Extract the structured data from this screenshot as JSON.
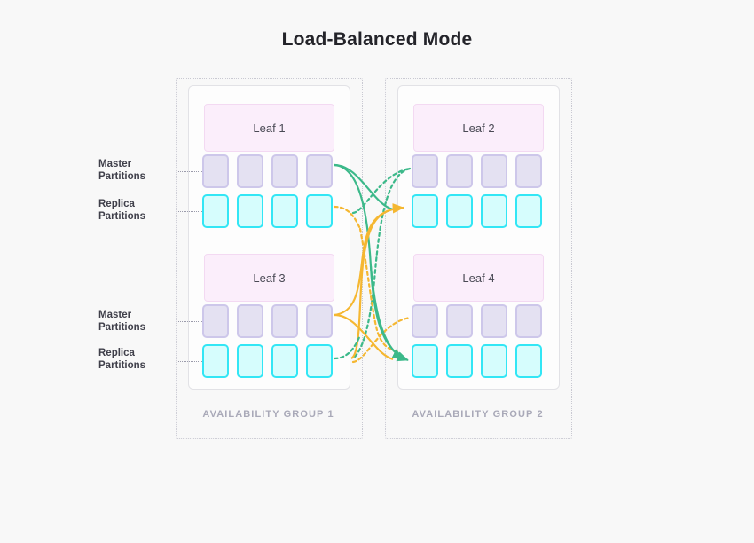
{
  "title": "Load-Balanced Mode",
  "colors": {
    "background": "#f8f8f8",
    "title_text": "#24242a",
    "leaf_fill": "#fbeefb",
    "leaf_border": "#f3d9f2",
    "master_fill": "#e4e1f2",
    "master_border": "#cdc7ea",
    "replica_fill": "#d6fdfd",
    "replica_border": "#32e6f5",
    "group_label": "#a9a9b8",
    "link_green": "#3cb98a",
    "link_orange": "#f5b731",
    "card_border": "#e2e2e6",
    "dotted_boundary": "#c9c9d2"
  },
  "groups": [
    {
      "id": "availability-group-1",
      "label": "AVAILABILITY GROUP 1",
      "leaves": [
        {
          "name": "Leaf 1",
          "master_count": 4,
          "replica_count": 4
        },
        {
          "name": "Leaf 3",
          "master_count": 4,
          "replica_count": 4
        }
      ]
    },
    {
      "id": "availability-group-2",
      "label": "AVAILABILITY GROUP 2",
      "leaves": [
        {
          "name": "Leaf 2",
          "master_count": 4,
          "replica_count": 4
        },
        {
          "name": "Leaf 4",
          "master_count": 4,
          "replica_count": 4
        }
      ]
    }
  ],
  "annotations": {
    "master_label": "Master\nPartitions",
    "replica_label": "Replica\nPartitions"
  },
  "legend_rows": [
    {
      "label": "Master\nPartitions",
      "type": "master"
    },
    {
      "label": "Replica\nPartitions",
      "type": "replica"
    },
    {
      "label": "Master\nPartitions",
      "type": "master"
    },
    {
      "label": "Replica\nPartitions",
      "type": "replica"
    }
  ]
}
